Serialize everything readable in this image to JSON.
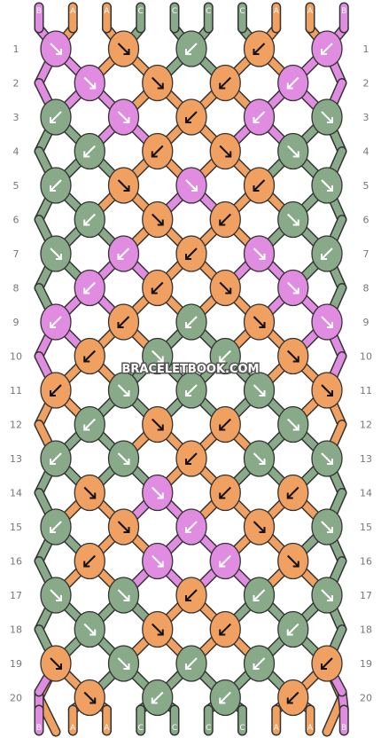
{
  "watermark": "BRACELETBOOK.COM",
  "colors": {
    "A": "#f0a060",
    "B": "#e08ce0",
    "C": "#88aa88"
  },
  "top_strings": [
    "B",
    "A",
    "A",
    "C",
    "C",
    "C",
    "C",
    "A",
    "A",
    "B"
  ],
  "bottom_strings": [
    "B",
    "A",
    "A",
    "C",
    "C",
    "C",
    "C",
    "A",
    "A",
    "B"
  ],
  "row_numbers": [
    "1",
    "2",
    "3",
    "4",
    "5",
    "6",
    "7",
    "8",
    "9",
    "10",
    "11",
    "12",
    "13",
    "14",
    "15",
    "16",
    "17",
    "18",
    "19",
    "20"
  ],
  "rows": [
    [
      [
        "B",
        "dr"
      ],
      [
        "A",
        "dr"
      ],
      [
        "C",
        "dl"
      ],
      [
        "A",
        "dl"
      ],
      [
        "B",
        "dl"
      ]
    ],
    [
      [
        "B",
        "dr"
      ],
      [
        "A",
        "dr"
      ],
      [
        "A",
        "dl"
      ],
      [
        "B",
        "dl"
      ]
    ],
    [
      [
        "C",
        "dl"
      ],
      [
        "B",
        "dr"
      ],
      [
        "A",
        "dl"
      ],
      [
        "B",
        "dl"
      ],
      [
        "C",
        "dr"
      ]
    ],
    [
      [
        "C",
        "dl"
      ],
      [
        "A",
        "dl"
      ],
      [
        "A",
        "dr"
      ],
      [
        "C",
        "dr"
      ]
    ],
    [
      [
        "C",
        "dl"
      ],
      [
        "A",
        "dr"
      ],
      [
        "B",
        "dr"
      ],
      [
        "A",
        "dl"
      ],
      [
        "C",
        "dr"
      ]
    ],
    [
      [
        "C",
        "dl"
      ],
      [
        "A",
        "dr"
      ],
      [
        "A",
        "dl"
      ],
      [
        "C",
        "dr"
      ]
    ],
    [
      [
        "C",
        "dr"
      ],
      [
        "B",
        "dl"
      ],
      [
        "A",
        "dl"
      ],
      [
        "B",
        "dr"
      ],
      [
        "C",
        "dl"
      ]
    ],
    [
      [
        "B",
        "dl"
      ],
      [
        "A",
        "dl"
      ],
      [
        "A",
        "dr"
      ],
      [
        "B",
        "dr"
      ]
    ],
    [
      [
        "B",
        "dl"
      ],
      [
        "A",
        "dl"
      ],
      [
        "C",
        "dl"
      ],
      [
        "A",
        "dr"
      ],
      [
        "B",
        "dr"
      ]
    ],
    [
      [
        "A",
        "dl"
      ],
      [
        "C",
        "dr"
      ],
      [
        "C",
        "dl"
      ],
      [
        "A",
        "dr"
      ]
    ],
    [
      [
        "A",
        "dl"
      ],
      [
        "C",
        "dr"
      ],
      [
        "C",
        "dl"
      ],
      [
        "C",
        "dr"
      ],
      [
        "A",
        "dr"
      ]
    ],
    [
      [
        "C",
        "dl"
      ],
      [
        "A",
        "dr"
      ],
      [
        "A",
        "dl"
      ],
      [
        "C",
        "dr"
      ]
    ],
    [
      [
        "C",
        "dl"
      ],
      [
        "C",
        "dr"
      ],
      [
        "A",
        "dl"
      ],
      [
        "C",
        "dr"
      ],
      [
        "C",
        "dr"
      ]
    ],
    [
      [
        "A",
        "dr"
      ],
      [
        "B",
        "dr"
      ],
      [
        "A",
        "dl"
      ],
      [
        "A",
        "dl"
      ]
    ],
    [
      [
        "C",
        "dl"
      ],
      [
        "A",
        "dr"
      ],
      [
        "B",
        "dl"
      ],
      [
        "A",
        "dr"
      ],
      [
        "C",
        "dr"
      ]
    ],
    [
      [
        "A",
        "dl"
      ],
      [
        "B",
        "dr"
      ],
      [
        "B",
        "dl"
      ],
      [
        "A",
        "dr"
      ]
    ],
    [
      [
        "C",
        "dr"
      ],
      [
        "C",
        "dr"
      ],
      [
        "A",
        "dl"
      ],
      [
        "C",
        "dl"
      ],
      [
        "C",
        "dr"
      ]
    ],
    [
      [
        "C",
        "dr"
      ],
      [
        "A",
        "dr"
      ],
      [
        "A",
        "dl"
      ],
      [
        "C",
        "dl"
      ]
    ],
    [
      [
        "A",
        "dr"
      ],
      [
        "C",
        "dr"
      ],
      [
        "C",
        "dl"
      ],
      [
        "C",
        "dl"
      ],
      [
        "A",
        "dl"
      ]
    ],
    [
      [
        "A",
        "dr"
      ],
      [
        "C",
        "dl"
      ],
      [
        "C",
        "dl"
      ],
      [
        "A",
        "dl"
      ]
    ]
  ]
}
